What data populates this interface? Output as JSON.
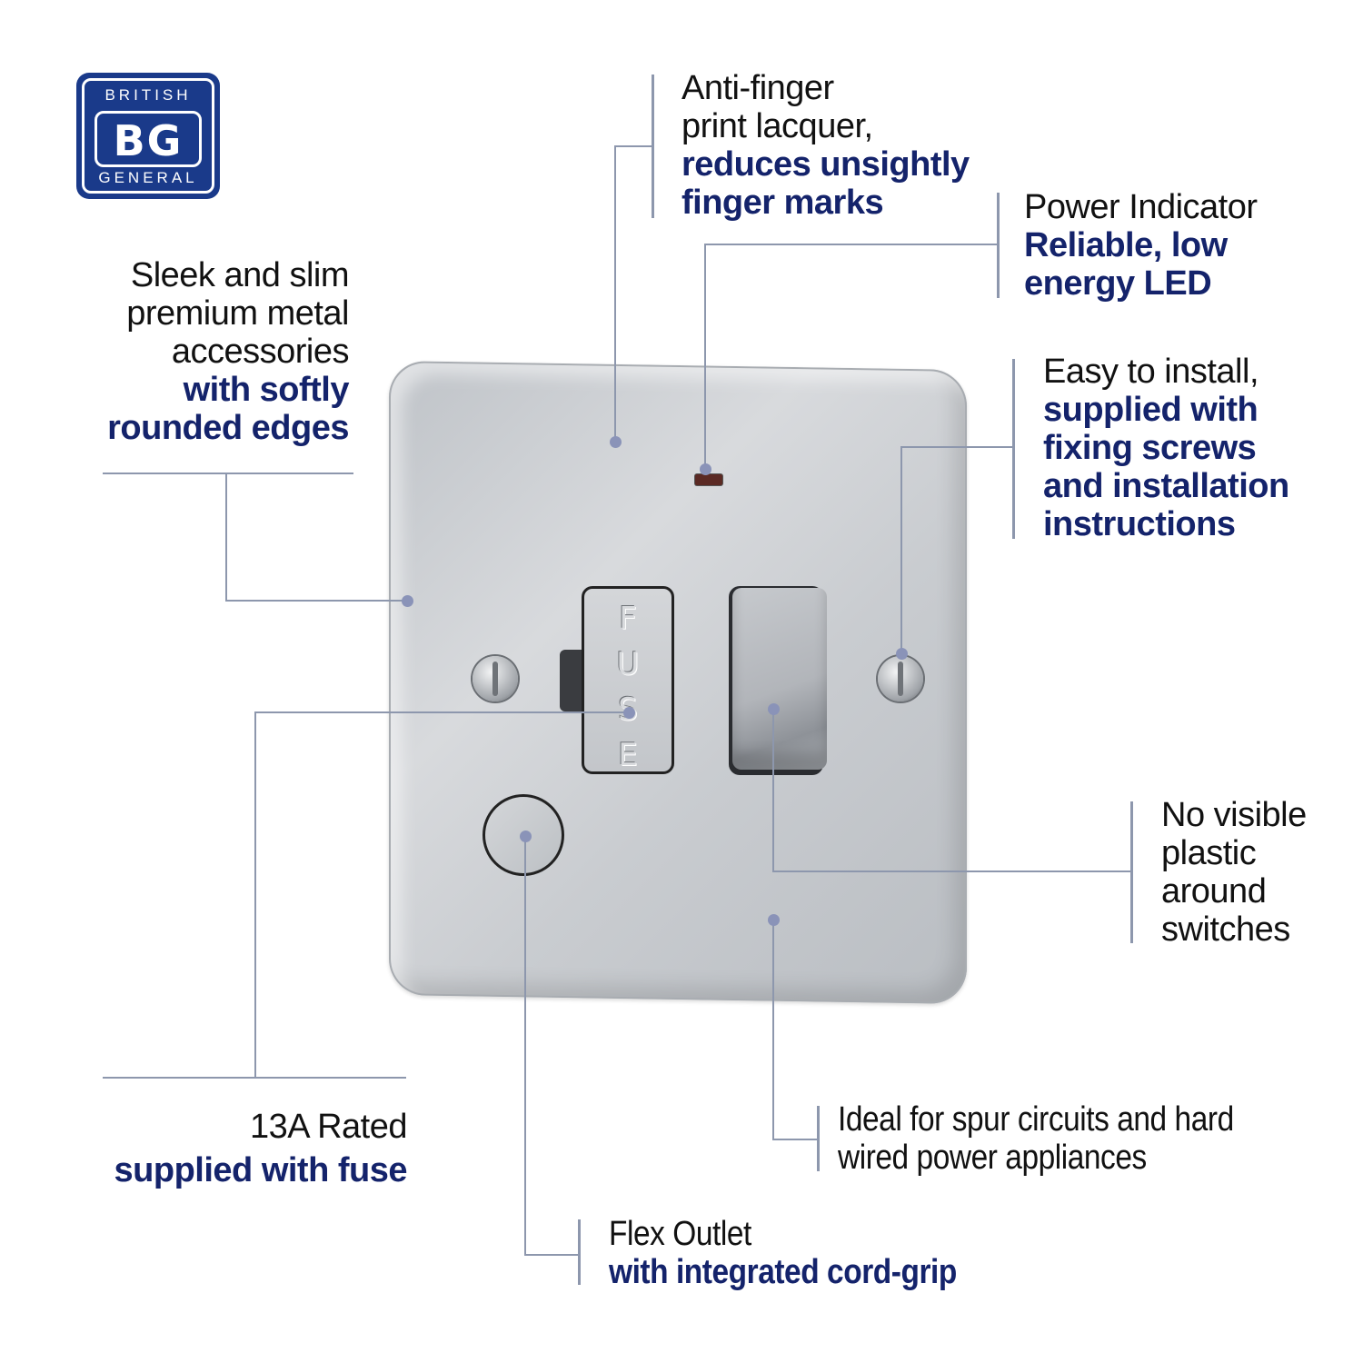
{
  "brand": {
    "top": "BRITISH",
    "mark": "BG",
    "bottom": "GENERAL",
    "color": "#1a3a8a"
  },
  "colors": {
    "accent_text": "#14236b",
    "body_text": "#111111",
    "leader_line": "#8d97ad",
    "dot": "#8a93b8",
    "led": "#5b2a24"
  },
  "product": {
    "fuse_label": [
      "F",
      "U",
      "S",
      "E"
    ]
  },
  "callouts": {
    "anti_finger": {
      "lines": [
        "Anti-finger",
        "print lacquer,"
      ],
      "bold_lines": [
        "reduces unsightly",
        "finger marks"
      ]
    },
    "power_indicator": {
      "lines": [
        "Power Indicator"
      ],
      "bold_lines": [
        "Reliable, low",
        "energy LED"
      ]
    },
    "sleek": {
      "lines": [
        "Sleek and slim",
        "premium metal",
        "accessories"
      ],
      "bold_lines": [
        "with softly",
        "rounded edges"
      ]
    },
    "easy_install": {
      "lines": [
        "Easy to install,"
      ],
      "bold_lines": [
        "supplied with",
        "fixing screws",
        "and installation",
        "instructions"
      ]
    },
    "no_plastic": {
      "lines": [
        "No visible",
        "plastic",
        "around",
        "switches"
      ]
    },
    "rated": {
      "lines": [
        "13A Rated"
      ],
      "bold_lines": [
        "supplied with fuse"
      ]
    },
    "spur": {
      "lines": [
        "Ideal for spur circuits and hard",
        "wired power appliances"
      ]
    },
    "flex": {
      "lines": [
        "Flex Outlet"
      ],
      "bold_lines": [
        "with integrated cord-grip"
      ]
    }
  }
}
